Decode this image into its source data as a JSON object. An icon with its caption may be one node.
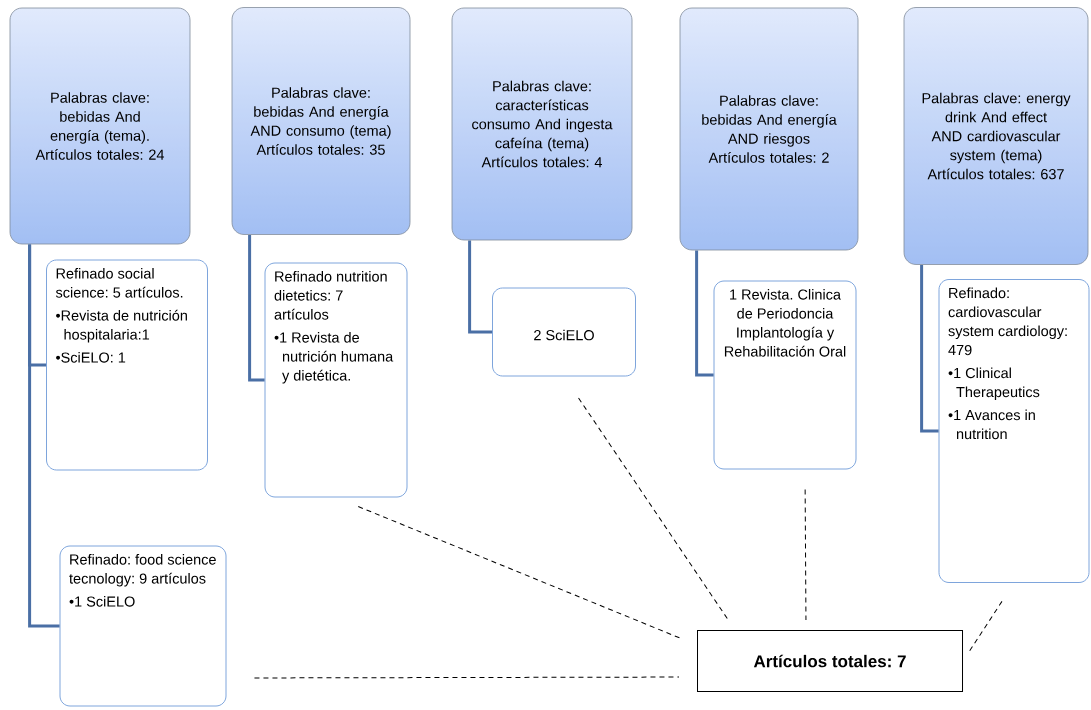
{
  "diagram": {
    "nodes": [
      {
        "text": [
          "Palabras clave: bebidas And energía (tema).",
          "Artículos totales: 24"
        ]
      },
      {
        "text": [
          "Palabras clave: bebidas And energía AND consumo (tema)",
          "Artículos totales: 35"
        ]
      },
      {
        "text": [
          "Palabras clave: características consumo And ingesta cafeína (tema)",
          "Artículos totales: 4"
        ]
      },
      {
        "text": [
          "Palabras clave: bebidas And energía AND riesgos",
          "Artículos totales: 2"
        ]
      },
      {
        "text": [
          "Palabras clave: energy drink And effect AND cardiovascular system (tema)",
          "Artículos totales: 637"
        ]
      },
      {
        "text": [
          "Refinado social science: 5 artículos.",
          "•Revista de nutrición hospitalaria:1",
          "•SciELO: 1"
        ]
      },
      {
        "text": [
          "Refinado: food science tecnology: 9 artículos",
          "•1 SciELO"
        ]
      },
      {
        "text": [
          "Refinado nutrition dietetics: 7 artículos",
          "•1 Revista de nutrición humana y dietética."
        ]
      },
      {
        "text": [
          "2 SciELO"
        ]
      },
      {
        "text": [
          "1 Revista. Clinica de Periodoncia Implantología y Rehabilitación Oral"
        ]
      },
      {
        "text": [
          "Refinado: cardiovascular system cardiology: 479",
          "•1 Clinical Therapeutics",
          "•1 Avances in nutrition"
        ]
      },
      {
        "text": [
          "Artículos totales: 7"
        ]
      }
    ],
    "edges": [
      {
        "from": 0,
        "to": 5,
        "arrow": "none"
      },
      {
        "from": 0,
        "to": 6,
        "arrow": "none"
      },
      {
        "from": 1,
        "to": 7,
        "arrow": "none"
      },
      {
        "from": 2,
        "to": 8,
        "arrow": "none"
      },
      {
        "from": 3,
        "to": 9,
        "arrow": "none"
      },
      {
        "from": 4,
        "to": 10,
        "arrow": "none"
      },
      {
        "from": 6,
        "to": 11,
        "arrow": "none",
        "style": "dashed",
        "color": "#000000"
      },
      {
        "from": 7,
        "to": 11,
        "arrow": "none",
        "style": "dashed",
        "color": "#000000"
      },
      {
        "from": 8,
        "to": 11,
        "arrow": "none",
        "style": "dashed",
        "color": "#000000"
      },
      {
        "from": 9,
        "to": 11,
        "arrow": "none",
        "style": "dashed",
        "color": "#000000"
      },
      {
        "from": 10,
        "to": 11,
        "arrow": "none",
        "style": "dashed",
        "color": "#000000"
      }
    ]
  }
}
